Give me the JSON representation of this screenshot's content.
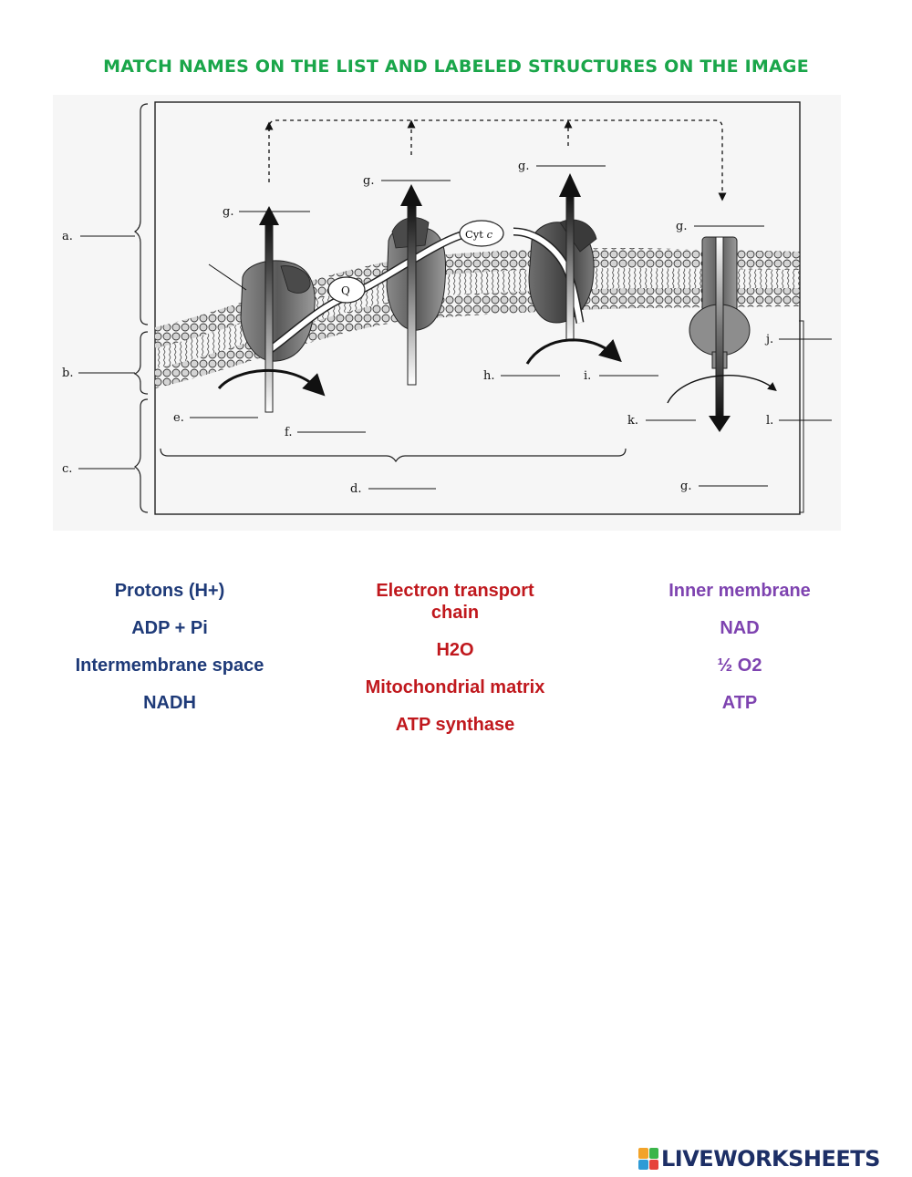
{
  "title": "MATCH NAMES ON THE LIST AND LABELED STRUCTURES ON THE IMAGE",
  "colors": {
    "title": "#1aa64a",
    "col1": "#1e3a78",
    "col2": "#c0181d",
    "col3": "#7e43b0",
    "brand": "#1d2f66"
  },
  "diagram": {
    "labels": {
      "a": "a.",
      "b": "b.",
      "c": "c.",
      "d": "d.",
      "e": "e.",
      "f": "f.",
      "g": "g.",
      "h": "h.",
      "i": "i.",
      "j": "j.",
      "k": "k.",
      "l": "l."
    },
    "q": "Q",
    "cyt_prefix": "Cyt",
    "cyt_suffix": "c"
  },
  "word_bank": {
    "col1": [
      "Protons (H+)",
      "ADP + Pi",
      "Intermembrane space",
      "NADH"
    ],
    "col2": [
      "Electron transport chain",
      "H2O",
      "Mitochondrial matrix",
      "ATP synthase"
    ],
    "col3": [
      "Inner membrane",
      "NAD",
      "½ O2",
      "ATP"
    ]
  },
  "brand": {
    "name": "LIVEWORKSHEETS",
    "mark_colors": [
      "#f2a32a",
      "#3bb54a",
      "#2f9bd6",
      "#e6433b"
    ],
    "mark_icon": "liveworksheets-logo-icon"
  }
}
